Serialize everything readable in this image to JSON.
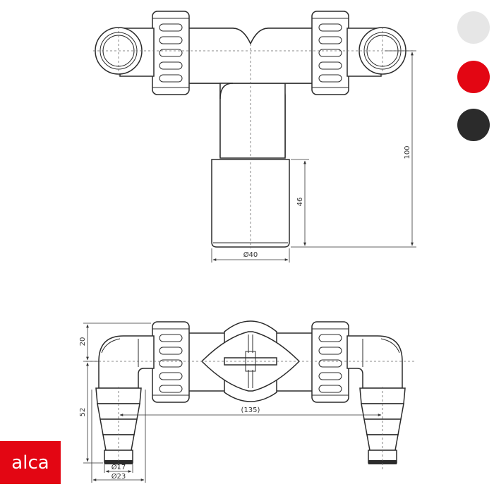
{
  "dimensions": {
    "top_height": "100",
    "sleeve_height": "46",
    "sleeve_diameter": "Ø40",
    "offset": "20",
    "lower_height": "52",
    "spacing": "(135)",
    "nozzle_small": "Ø17",
    "nozzle_large": "Ø23"
  },
  "swatches": [
    {
      "name": "light-grey",
      "color": "#e6e6e6"
    },
    {
      "name": "red",
      "color": "#e30613"
    },
    {
      "name": "black",
      "color": "#2b2b2b"
    }
  ],
  "logo": {
    "text": "alca",
    "color": "#e30613"
  }
}
